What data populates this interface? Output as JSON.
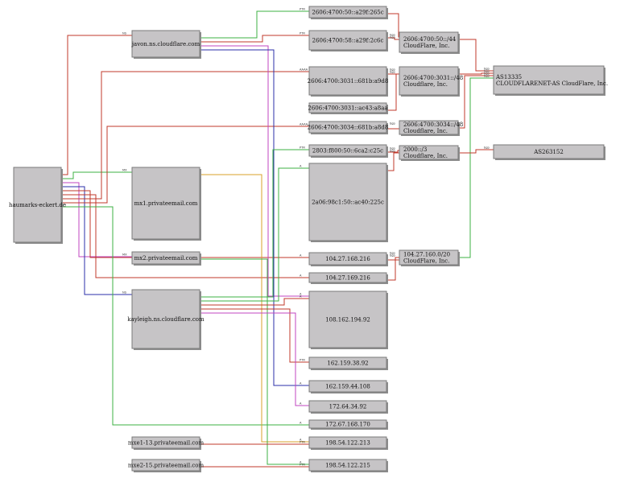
{
  "palette": {
    "red": "#c0392b",
    "green": "#3cb043",
    "blue": "#2b2fa8",
    "magenta": "#c046c0",
    "orange": "#d9a02a",
    "darkred": "#8b1a1a"
  },
  "nodes": [
    {
      "id": "domain",
      "lines": [
        "haumarks-eckert.de"
      ]
    },
    {
      "id": "javon",
      "lines": [
        "javon.ns.cloudflare.com"
      ]
    },
    {
      "id": "mx1",
      "lines": [
        "mx1.privateemail.com"
      ]
    },
    {
      "id": "mx2",
      "lines": [
        "mx2.privateemail.com"
      ]
    },
    {
      "id": "kayleigh",
      "lines": [
        "kayleigh.ns.cloudflare.com"
      ]
    },
    {
      "id": "mxe113",
      "lines": [
        "mxe1-13.privateemail.com"
      ]
    },
    {
      "id": "mxe215",
      "lines": [
        "mxe2-15.privateemail.com"
      ]
    },
    {
      "id": "ip6a",
      "lines": [
        "2606:4700:50::a29f:265c"
      ]
    },
    {
      "id": "ip6b",
      "lines": [
        "2606:4700:58::a29f:2c6c"
      ]
    },
    {
      "id": "ip6c",
      "lines": [
        "2606:4700:3031::681b:a9d8"
      ]
    },
    {
      "id": "ip6d",
      "lines": [
        "2606:4700:3031::ac43:a8aa"
      ]
    },
    {
      "id": "ip6e",
      "lines": [
        "2606:4700:3034::681b:a8d8"
      ]
    },
    {
      "id": "ip6f",
      "lines": [
        "2803:f800:50::6ca2:c25c"
      ]
    },
    {
      "id": "ip6g",
      "lines": [
        "2a06:98c1:50::ac40:225c"
      ]
    },
    {
      "id": "ip4a",
      "lines": [
        "104.27.168.216"
      ]
    },
    {
      "id": "ip4b",
      "lines": [
        "104.27.169.216"
      ]
    },
    {
      "id": "ip4c",
      "lines": [
        "108.162.194.92"
      ]
    },
    {
      "id": "ip4d",
      "lines": [
        "162.159.38.92"
      ]
    },
    {
      "id": "ip4e",
      "lines": [
        "162.159.44.108"
      ]
    },
    {
      "id": "ip4f",
      "lines": [
        "172.64.34.92"
      ]
    },
    {
      "id": "ip4g",
      "lines": [
        "172.67.168.170"
      ]
    },
    {
      "id": "ip4h",
      "lines": [
        "198.54.122.213"
      ]
    },
    {
      "id": "ip4i",
      "lines": [
        "198.54.122.215"
      ]
    },
    {
      "id": "pfx1",
      "lines": [
        "2606:4700:50::/44",
        "CloudFlare, Inc."
      ]
    },
    {
      "id": "pfx2",
      "lines": [
        "2606:4700:3031::/48",
        "Cloudflare, Inc."
      ]
    },
    {
      "id": "pfx3",
      "lines": [
        "2606:4700:3034::/48",
        "Cloudflare, Inc."
      ]
    },
    {
      "id": "pfx4",
      "lines": [
        "2000::/3",
        "Cloudflare, Inc."
      ]
    },
    {
      "id": "pfx5",
      "lines": [
        "104.27.160.0/20",
        "CloudFlare, Inc."
      ]
    },
    {
      "id": "as1",
      "lines": [
        "AS13335",
        "CLOUDFLARENET-AS CloudFlare, Inc."
      ]
    },
    {
      "id": "as2",
      "lines": [
        "AS263152"
      ]
    }
  ],
  "edges": [
    {
      "from": "domain",
      "to": "javon",
      "color": "red",
      "label": "NS"
    },
    {
      "from": "domain",
      "to": "mx1",
      "color": "green",
      "label": "MX"
    },
    {
      "from": "domain",
      "to": "mx2",
      "color": "magenta",
      "label": "MX"
    },
    {
      "from": "domain",
      "to": "kayleigh",
      "color": "blue",
      "label": "NS"
    },
    {
      "from": "domain",
      "to": "ip4a",
      "color": "red",
      "label": "A"
    },
    {
      "from": "domain",
      "to": "ip4b",
      "color": "red",
      "label": "A"
    },
    {
      "from": "domain",
      "to": "ip6c",
      "color": "red",
      "label": "AAAA"
    },
    {
      "from": "domain",
      "to": "ip6e",
      "color": "red",
      "label": "AAAA"
    },
    {
      "from": "domain",
      "to": "ip4g",
      "color": "green",
      "label": "A"
    },
    {
      "from": "javon",
      "to": "ip6a",
      "color": "green",
      "label": "PTR"
    },
    {
      "from": "javon",
      "to": "ip6b",
      "color": "red",
      "label": "PTR"
    },
    {
      "from": "javon",
      "to": "ip4c",
      "color": "magenta",
      "label": "A"
    },
    {
      "from": "javon",
      "to": "ip4e",
      "color": "blue",
      "label": "A"
    },
    {
      "from": "ip6a",
      "to": "pfx1",
      "color": "red",
      "label": "bgp"
    },
    {
      "from": "ip6b",
      "to": "pfx1",
      "color": "red",
      "label": "bgp"
    },
    {
      "from": "ip6c",
      "to": "pfx2",
      "color": "red",
      "label": "bgp"
    },
    {
      "from": "ip6d",
      "to": "pfx2",
      "color": "red",
      "label": "bgp"
    },
    {
      "from": "ip6e",
      "to": "pfx3",
      "color": "red",
      "label": "bgp"
    },
    {
      "from": "ip6f",
      "to": "pfx4",
      "color": "red",
      "label": "bgp"
    },
    {
      "from": "ip6g",
      "to": "pfx4",
      "color": "red",
      "label": "bgp"
    },
    {
      "from": "ip4a",
      "to": "pfx5",
      "color": "red",
      "label": "bgp"
    },
    {
      "from": "ip4b",
      "to": "pfx5",
      "color": "red",
      "label": "bgp"
    },
    {
      "from": "pfx1",
      "to": "as1",
      "color": "red",
      "label": "bgp"
    },
    {
      "from": "pfx2",
      "to": "as1",
      "color": "red",
      "label": "bgp"
    },
    {
      "from": "pfx3",
      "to": "as1",
      "color": "red",
      "label": "bgp"
    },
    {
      "from": "pfx5",
      "to": "as1",
      "color": "green",
      "label": "bgp"
    },
    {
      "from": "pfx4",
      "to": "as2",
      "color": "red",
      "label": "bgp"
    },
    {
      "from": "mx1",
      "to": "ip4h",
      "color": "orange",
      "label": "A"
    },
    {
      "from": "mx2",
      "to": "ip4i",
      "color": "green",
      "label": "A"
    },
    {
      "from": "kayleigh",
      "to": "ip6f",
      "color": "green",
      "label": "PTR"
    },
    {
      "from": "kayleigh",
      "to": "ip6g",
      "color": "green",
      "label": "A"
    },
    {
      "from": "kayleigh",
      "to": "ip4c",
      "color": "red",
      "label": "A"
    },
    {
      "from": "kayleigh",
      "to": "ip4d",
      "color": "red",
      "label": "PTR"
    },
    {
      "from": "kayleigh",
      "to": "ip4f",
      "color": "magenta",
      "label": "A"
    },
    {
      "from": "mxe113",
      "to": "ip4h",
      "color": "red",
      "label": "PTR"
    },
    {
      "from": "mxe215",
      "to": "ip4i",
      "color": "red",
      "label": "PTR"
    }
  ]
}
